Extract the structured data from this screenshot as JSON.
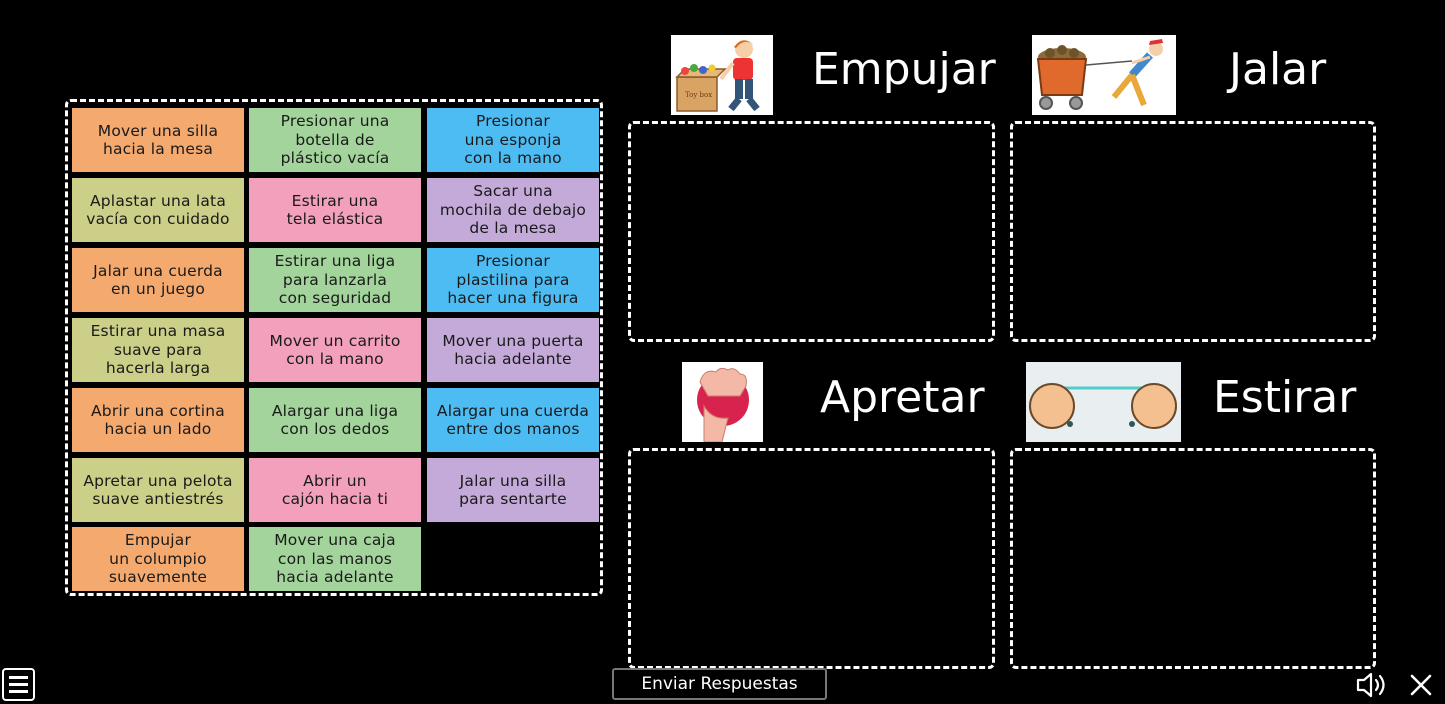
{
  "cards": [
    {
      "text": "Mover una silla\nhacia la mesa"
    },
    {
      "text": "Presionar una\nbotella de\nplástico vacía"
    },
    {
      "text": "Presionar\nuna esponja\ncon la mano"
    },
    {
      "text": "Aplastar una lata\nvacía con cuidado"
    },
    {
      "text": "Estirar una\ntela elástica"
    },
    {
      "text": "Sacar una\nmochila de debajo\nde la mesa"
    },
    {
      "text": "Jalar una cuerda\nen un juego"
    },
    {
      "text": "Estirar una liga\npara lanzarla\ncon seguridad"
    },
    {
      "text": "Presionar\nplastilina para\nhacer una figura"
    },
    {
      "text": "Estirar una masa\nsuave para\nhacerla larga"
    },
    {
      "text": "Mover un carrito\ncon la mano"
    },
    {
      "text": "Mover una puerta\nhacia adelante"
    },
    {
      "text": "Abrir una cortina\nhacia un lado"
    },
    {
      "text": "Alargar una liga\ncon los dedos"
    },
    {
      "text": "Alargar una cuerda\nentre dos manos"
    },
    {
      "text": "Apretar una pelota\nsuave antiestrés"
    },
    {
      "text": "Abrir un\ncajón hacia ti"
    },
    {
      "text": "Jalar una silla\npara sentarte"
    },
    {
      "text": "Empujar\nun columpio\nsuavemente"
    },
    {
      "text": "Mover una caja\ncon las manos\nhacia adelante"
    }
  ],
  "categories": {
    "empujar": {
      "title": "Empujar",
      "icon": "boy-pushing-toy-box-image"
    },
    "jalar": {
      "title": "Jalar",
      "icon": "man-pulling-cart-image"
    },
    "apretar": {
      "title": "Apretar",
      "icon": "hand-squeezing-ball-image"
    },
    "estirar": {
      "title": "Estirar",
      "icon": "hands-stretching-band-image"
    }
  },
  "toybox_label": "Toy box",
  "submit_label": "Enviar Respuestas",
  "colors": {
    "orange": "#f4a96f",
    "green": "#a2d49b",
    "blue": "#4dbcf3",
    "olive": "#cbcf87",
    "pink": "#f2a0bb",
    "purple": "#c4aad8"
  }
}
